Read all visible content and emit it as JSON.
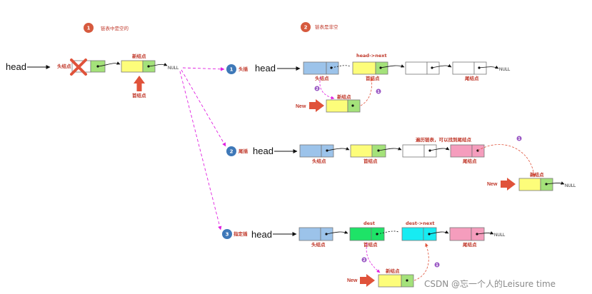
{
  "case_labels": {
    "empty_title": "链表中是空的",
    "empty_number": "1",
    "nonempty_title": "链表是非空",
    "nonempty_number": "2"
  },
  "common": {
    "head": "head",
    "head_node": "头结点",
    "new_node": "新结点",
    "first_node": "首结点",
    "tail_node": "尾结点",
    "null": "NULL",
    "new": "New"
  },
  "ops": {
    "head_insert": {
      "number": "1",
      "label": "头插"
    },
    "tail_insert": {
      "number": "2",
      "label": "尾插"
    },
    "index_insert": {
      "number": "3",
      "label": "指定插"
    }
  },
  "row1": {
    "top_label": "head->next",
    "step1": "1",
    "step2": "2"
  },
  "row2": {
    "traverse_label": "遍历链表，可以找到尾结点",
    "step1": "1"
  },
  "row3": {
    "dest_label": "dest",
    "dest_next_label": "dest->next",
    "step1": "1",
    "step2": "2"
  },
  "watermark": "CSDN @忘一个人的Leisure time",
  "colors": {
    "blue_node": "#9cc3ea",
    "yellow_node": "#fdfd7a",
    "green_part": "#a4e27a",
    "pink_node": "#f59dbd",
    "cyan_node": "#17ecf2",
    "bright_green": "#1ee367",
    "accent_red": "#e0523a",
    "magenta_arrow": "#e020e0",
    "badge_red": "#d65a3e",
    "badge_blue": "#3e78b8",
    "badge_purple": "#9a58c4"
  }
}
